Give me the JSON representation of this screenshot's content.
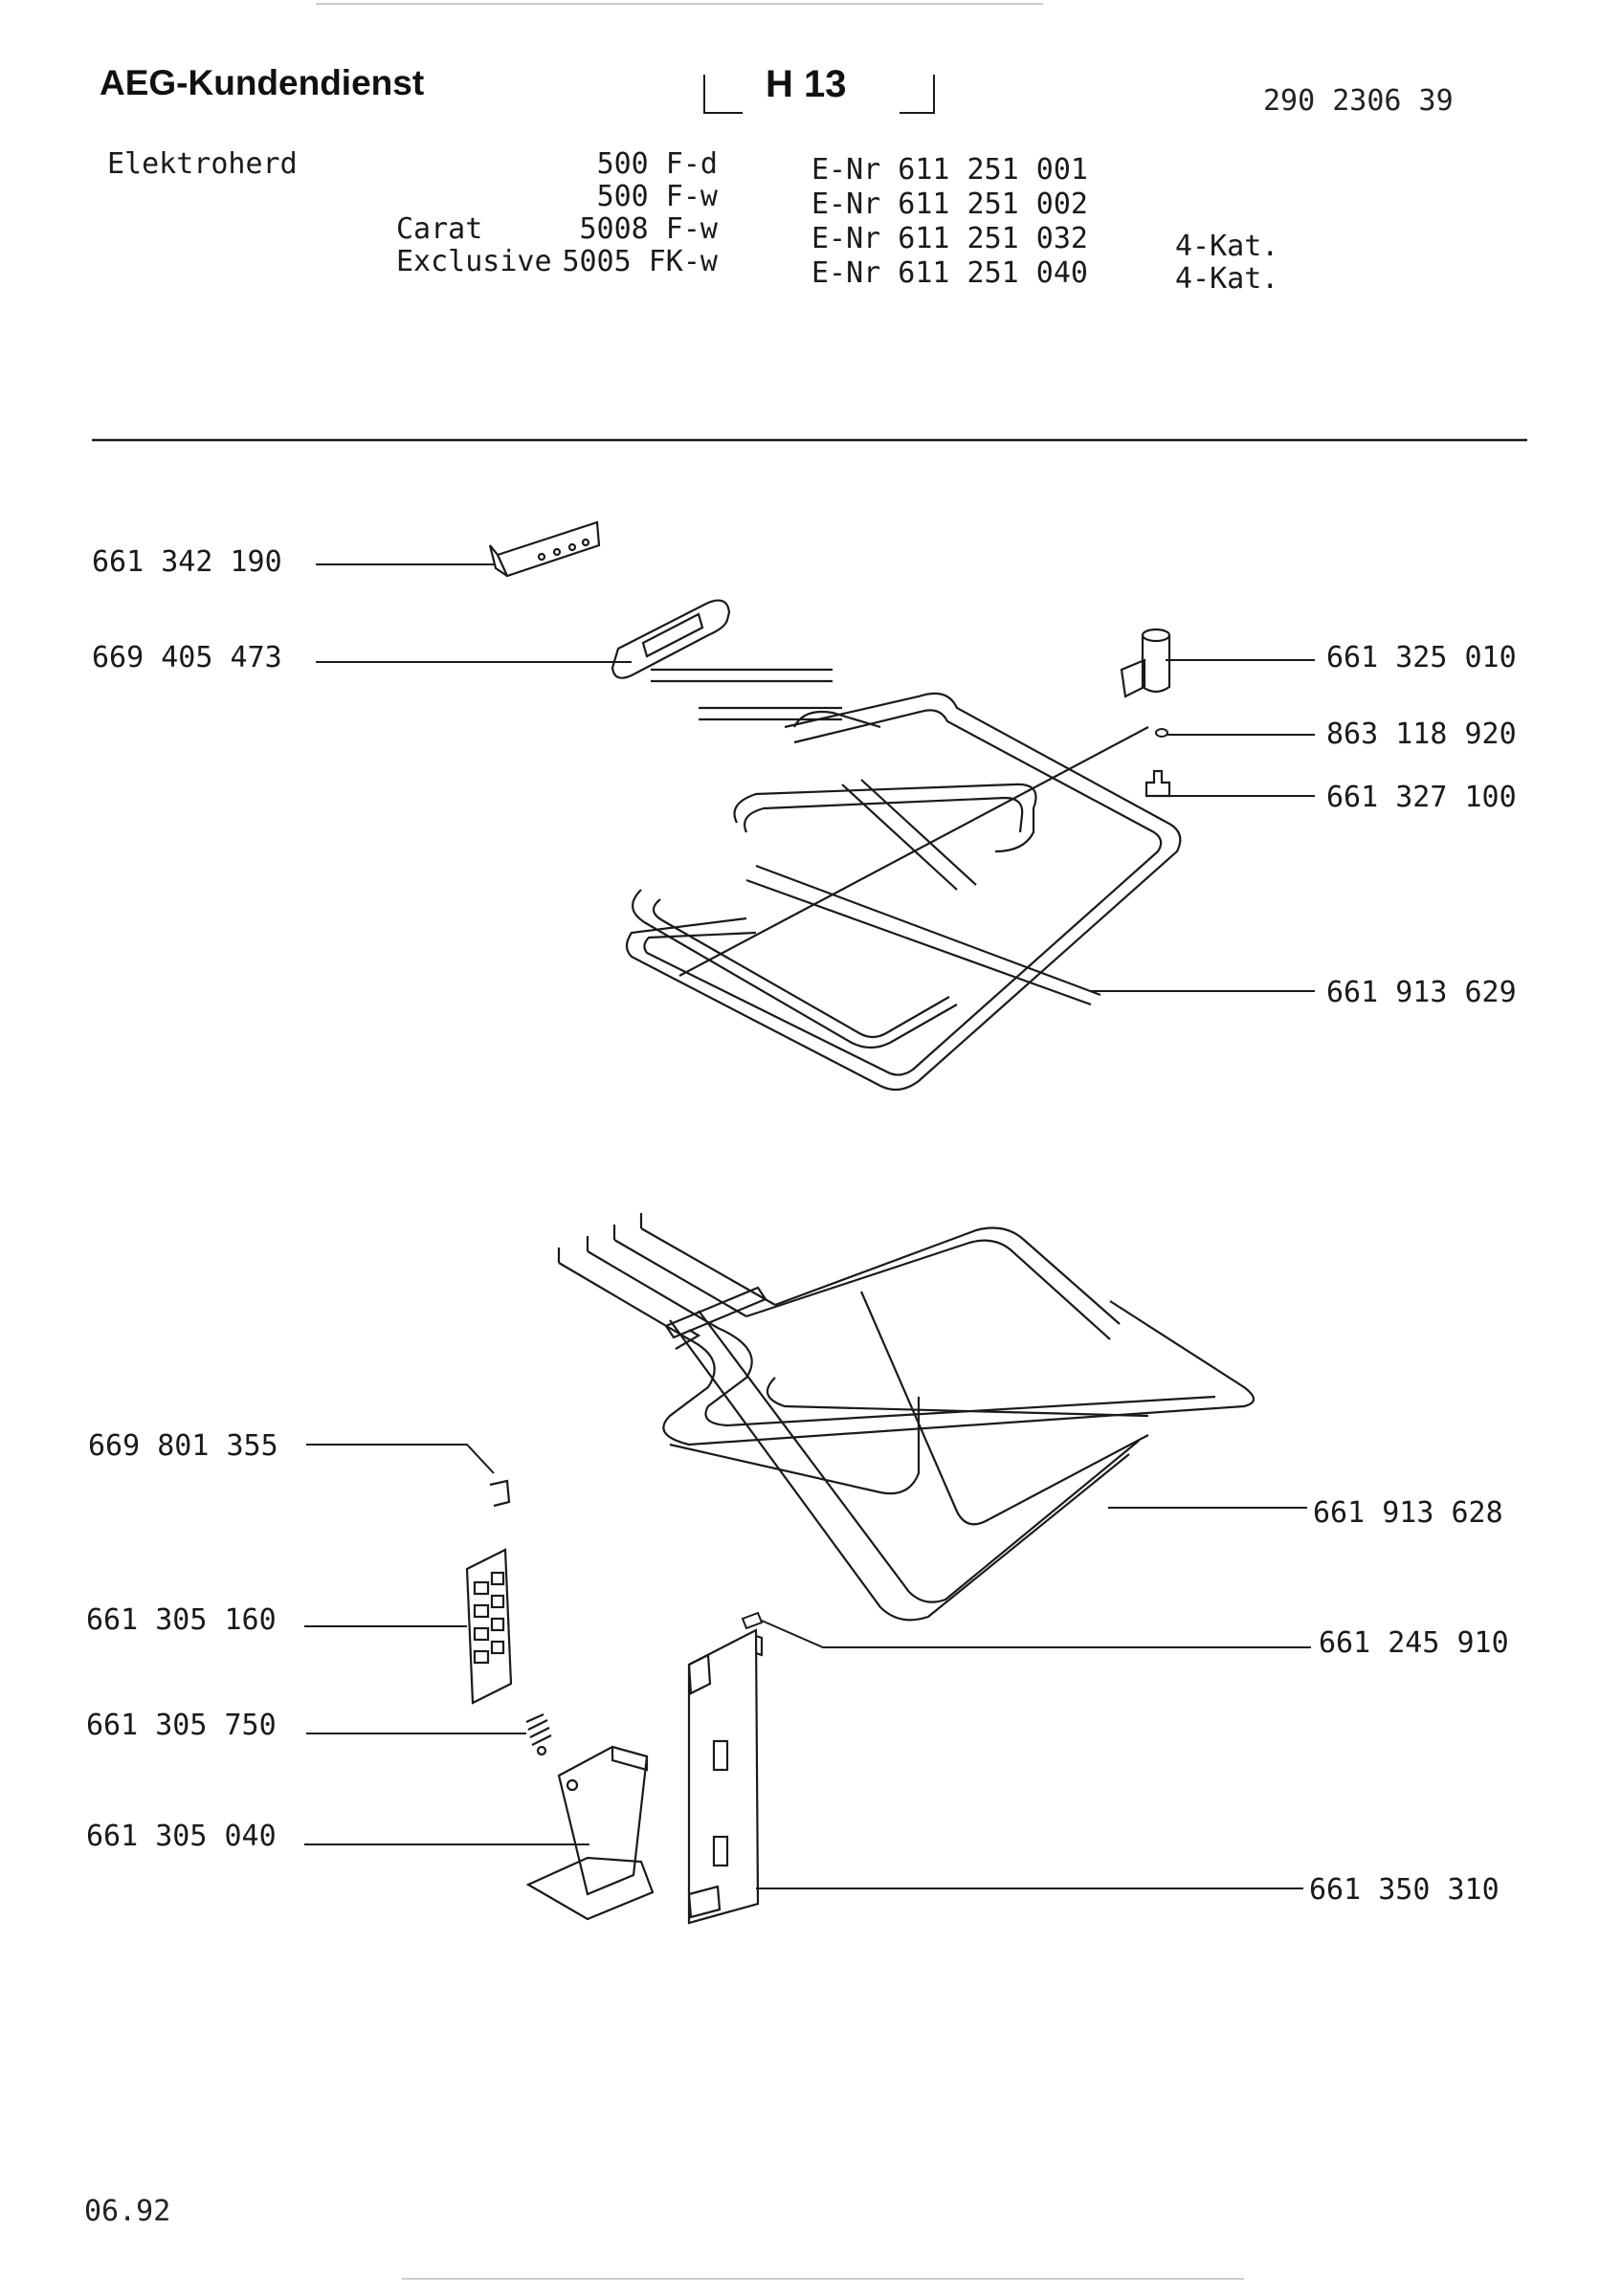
{
  "header": {
    "brand": "AEG-Kundendienst",
    "code": "H 13",
    "doc_number": "290 2306 39"
  },
  "product": {
    "name": "Elektroherd",
    "models": [
      {
        "series": "",
        "model": "500 F-d",
        "enr": "E-Nr 611 251 001",
        "kat": ""
      },
      {
        "series": "",
        "model": "500 F-w",
        "enr": "E-Nr 611 251 002",
        "kat": ""
      },
      {
        "series": "Carat",
        "model": "5008 F-w",
        "enr": "E-Nr 611 251 032",
        "kat": "4-Kat."
      },
      {
        "series": "Exclusive",
        "model": "5005 FK-w",
        "enr": "E-Nr 611 251 040",
        "kat": "4-Kat."
      }
    ]
  },
  "parts": {
    "p1": "661 342 190",
    "p2": "669 405 473",
    "p3": "661 325 010",
    "p4": "863 118 920",
    "p5": "661 327 100",
    "p6": "661 913 629",
    "p7": "669 801 355",
    "p8": "661 913 628",
    "p9": "661 305 160",
    "p10": "661 245 910",
    "p11": "661 305 750",
    "p12": "661 305 040",
    "p13": "661 350 310"
  },
  "footer": {
    "date": "06.92"
  }
}
